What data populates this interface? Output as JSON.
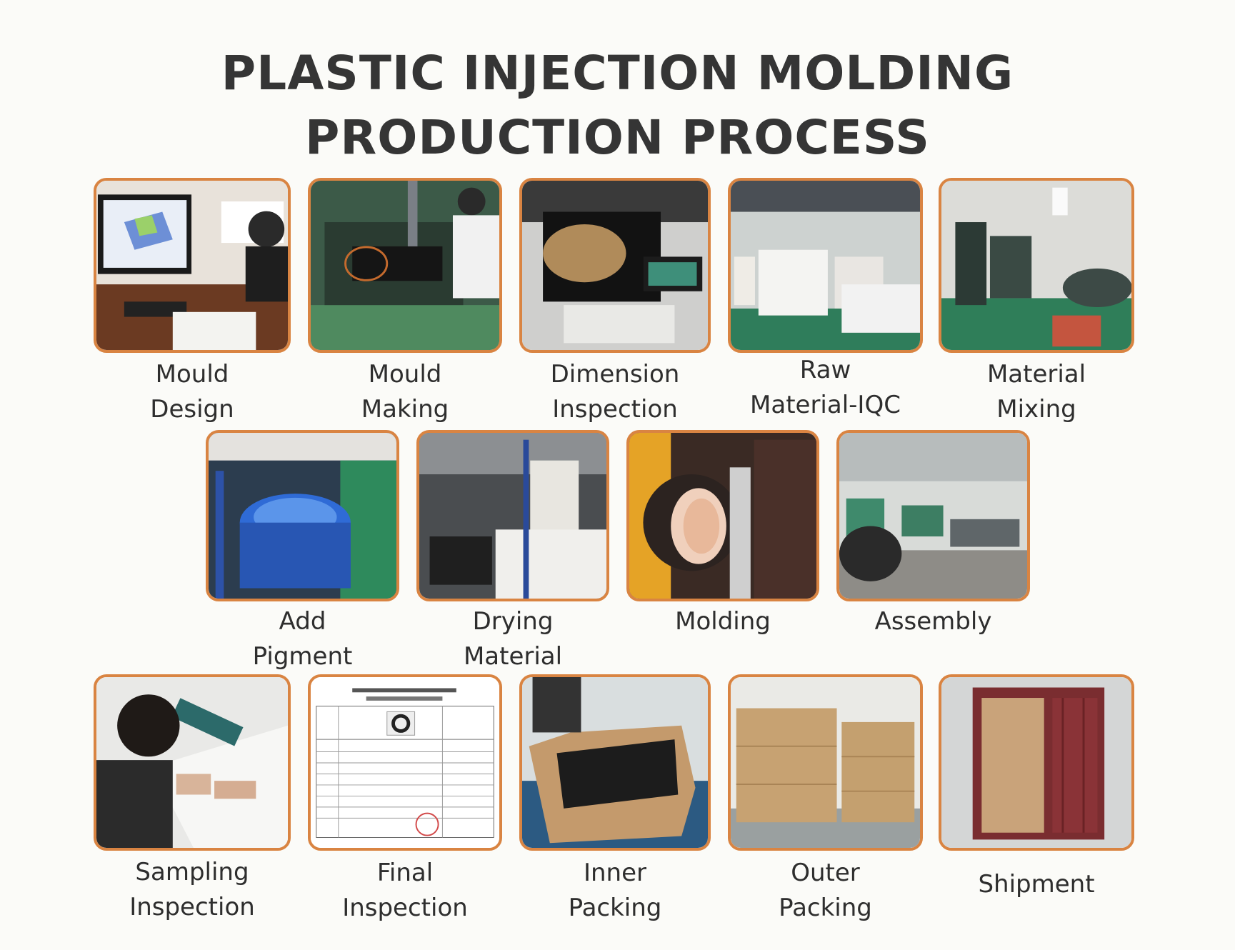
{
  "title": {
    "line1": "PLASTIC INJECTION MOLDING",
    "line2": "PRODUCTION PROCESS"
  },
  "accent_color": "#d98442",
  "steps": [
    {
      "lines": [
        "Mould",
        "Design"
      ]
    },
    {
      "lines": [
        "Mould",
        "Making"
      ]
    },
    {
      "lines": [
        "Dimension",
        "Inspection"
      ]
    },
    {
      "lines": [
        "Raw",
        "Material-IQC"
      ]
    },
    {
      "lines": [
        "Material",
        "Mixing"
      ]
    },
    {
      "lines": [
        "Add",
        "Pigment"
      ]
    },
    {
      "lines": [
        "Drying",
        "Material"
      ]
    },
    {
      "lines": [
        "Molding"
      ]
    },
    {
      "lines": [
        "Assembly"
      ]
    },
    {
      "lines": [
        "Sampling",
        "Inspection"
      ]
    },
    {
      "lines": [
        "Final",
        "Inspection"
      ]
    },
    {
      "lines": [
        "Inner",
        "Packing"
      ]
    },
    {
      "lines": [
        "Outer",
        "Packing"
      ]
    },
    {
      "lines": [
        "Shipment"
      ]
    }
  ]
}
